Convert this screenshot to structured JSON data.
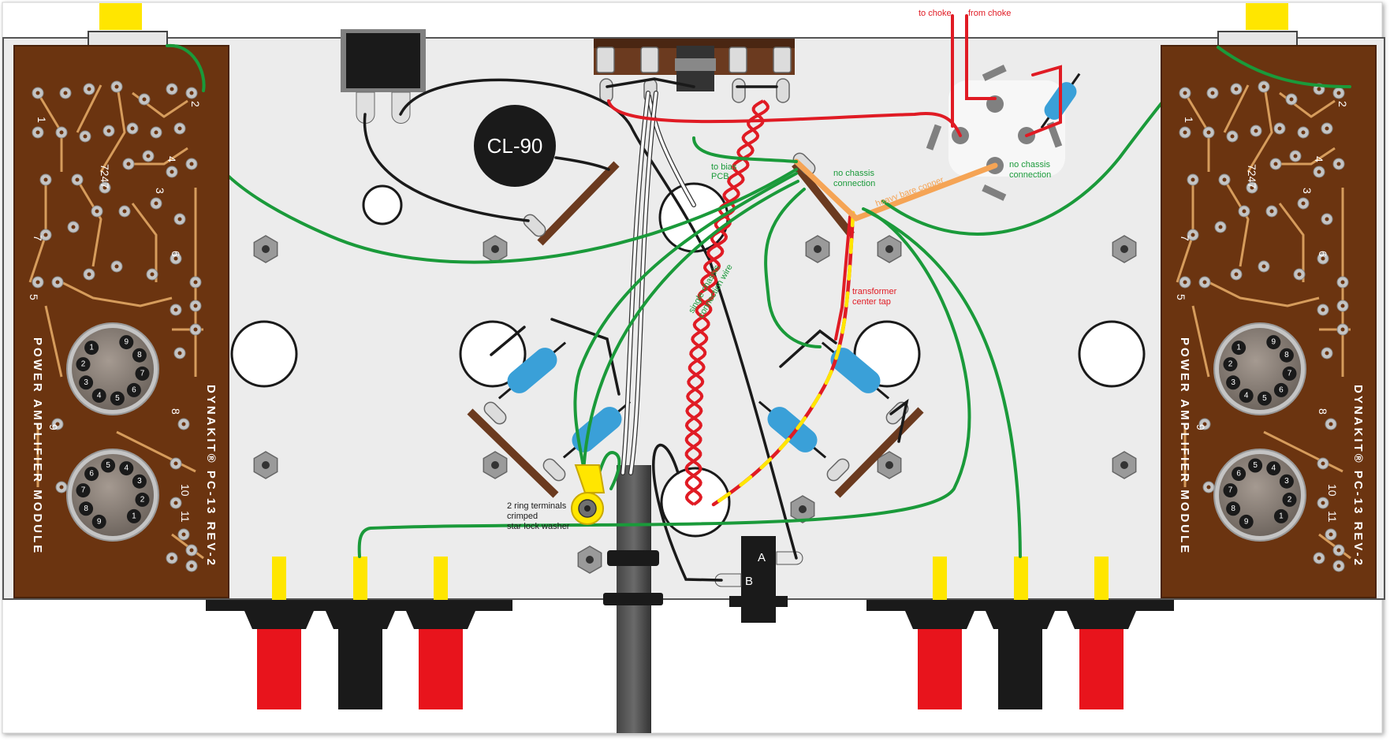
{
  "colors": {
    "wire_green": "#1a9a3a",
    "wire_red": "#e01b24",
    "wire_black": "#1a1a1a",
    "wire_orange": "#f5a455",
    "wire_yellow": "#ffe600",
    "pcb_brown": "#6b3410",
    "pcb_trace": "#d69c5c",
    "resistor_blue": "#3aa0d8",
    "binding_red": "#e8141c",
    "binding_black": "#1a1a1a"
  },
  "labels": {
    "to_choke": "to choke",
    "from_choke": "from choke",
    "to_bias_pcb_1": "to bias",
    "to_bias_pcb_2": "PCB",
    "no_chassis_1a": "no chassis",
    "no_chassis_1b": "connection",
    "no_chassis_2a": "no chassis",
    "no_chassis_2b": "connection",
    "heavy_bare_copper": "heavy bare copper",
    "transformer_tap_1": "transformer",
    "transformer_tap_2": "center tap",
    "single_chassis_1": "single chassis",
    "single_chassis_2": "connection wire",
    "ring_terminals_1": "2 ring terminals",
    "ring_terminals_2": "crimped",
    "ring_terminals_3": "star lock washer",
    "capacitor": "CL-90",
    "terminal_a": "A",
    "terminal_b": "B"
  },
  "pcb": {
    "tube_number": "7247",
    "text_power_amplifier_module": "POWER AMPLIFIER MODULE",
    "text_dynakit_board": "DYNAKIT® PC-13 REV-2",
    "pin_labels": [
      "1",
      "2",
      "3",
      "4",
      "5",
      "6",
      "7",
      "8",
      "9",
      "10",
      "11"
    ],
    "socket_pins": [
      "1",
      "2",
      "3",
      "4",
      "5",
      "6",
      "7",
      "8",
      "9"
    ]
  }
}
